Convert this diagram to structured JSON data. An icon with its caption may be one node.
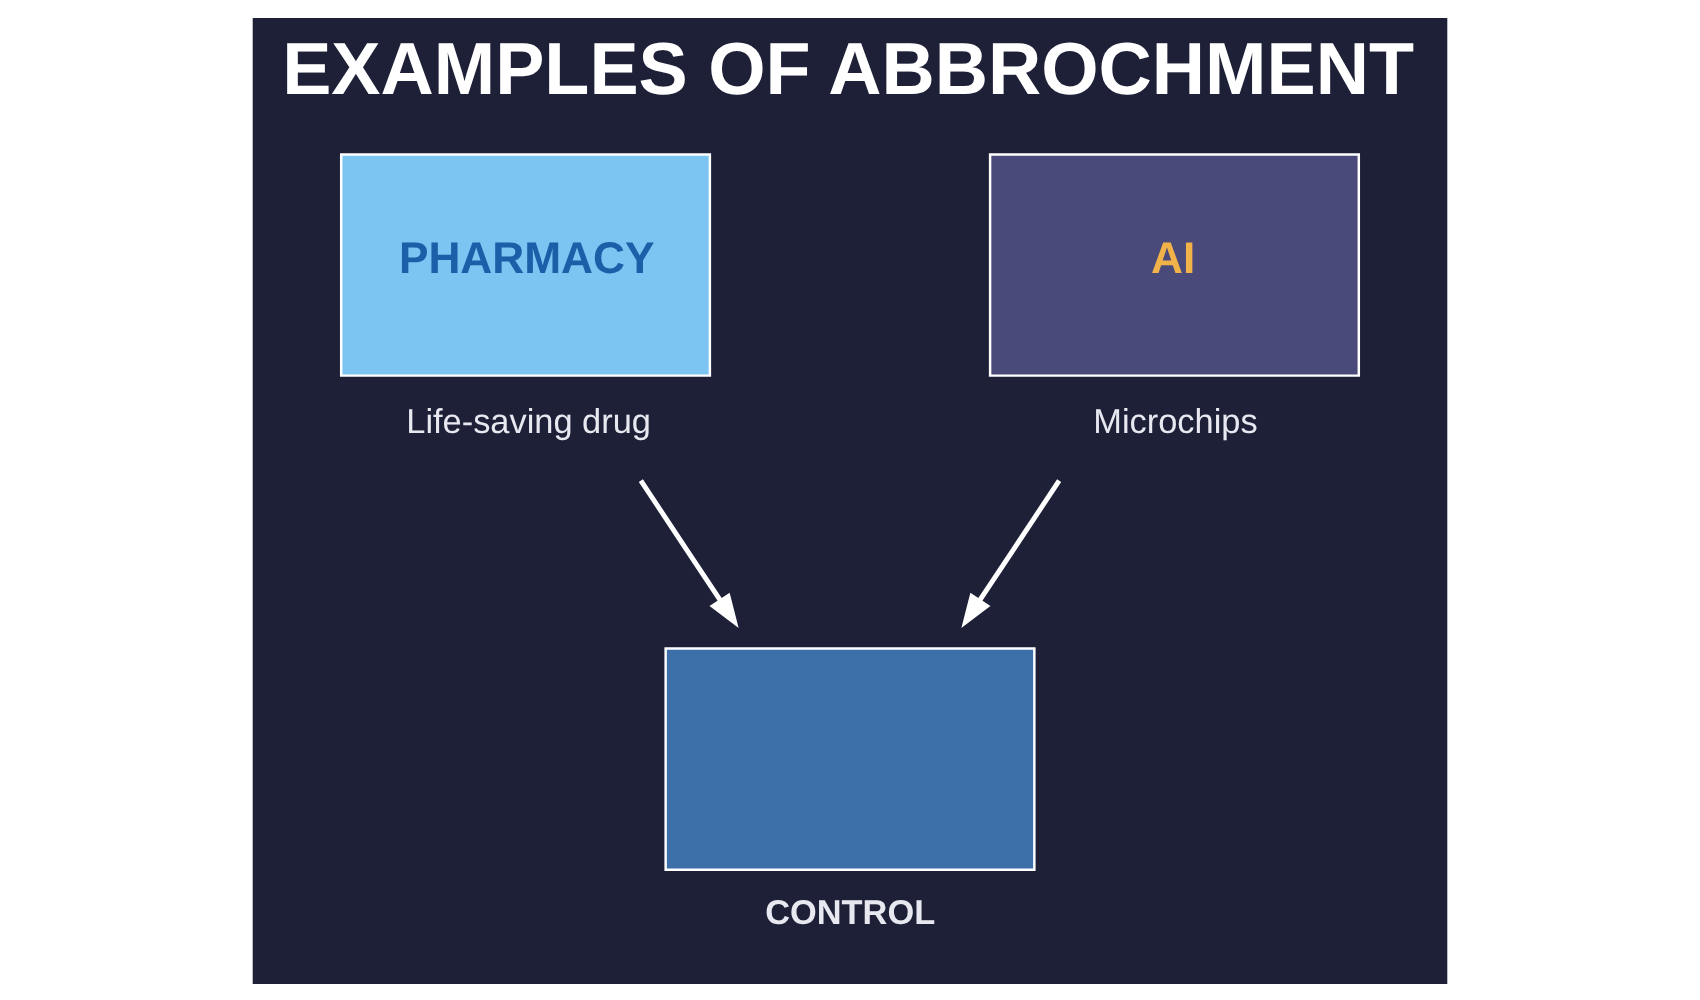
{
  "diagram": {
    "title": "EXAMPLES OF ABBROCHMENT",
    "nodes": [
      {
        "text": [
          "PHARMACY"
        ],
        "beside": [
          "Life-saving drug"
        ]
      },
      {
        "text": [
          "AI"
        ],
        "beside": [
          "Microchips"
        ]
      },
      {
        "text": [],
        "shape": "box",
        "beside": [
          "CONTROL"
        ]
      }
    ],
    "edges": [
      {
        "from": 0,
        "to": 2,
        "arrow": "to"
      },
      {
        "from": 1,
        "to": 2,
        "arrow": "to"
      }
    ]
  }
}
